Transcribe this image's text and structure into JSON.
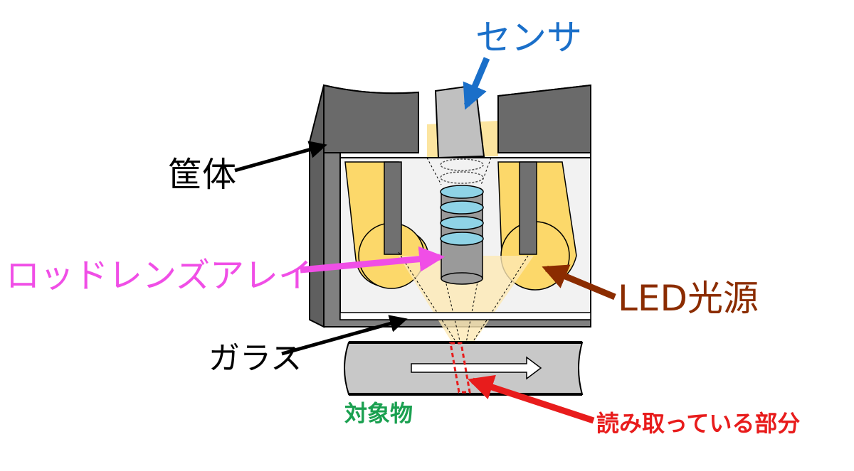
{
  "labels": {
    "sensor": "センサ",
    "housing": "筐体",
    "rod_lens_array": "ロッドレンズアレイ",
    "led_light_source": "LED光源",
    "glass": "ガラス",
    "target_object": "対象物",
    "reading_part": "読み取っている部分"
  },
  "colors": {
    "sensor": "#1a6fc9",
    "housing": "#000000",
    "rod_lens_array": "#f04ee6",
    "led_light_source": "#8b2c00",
    "glass": "#000000",
    "target_object": "#1aa050",
    "reading_part": "#e81c1c",
    "housing_fill": "#7a7a7a",
    "light_fill": "#fcd86a",
    "lens_fill": "#8fd3e6",
    "medium_gray": "#c8c8c8"
  }
}
